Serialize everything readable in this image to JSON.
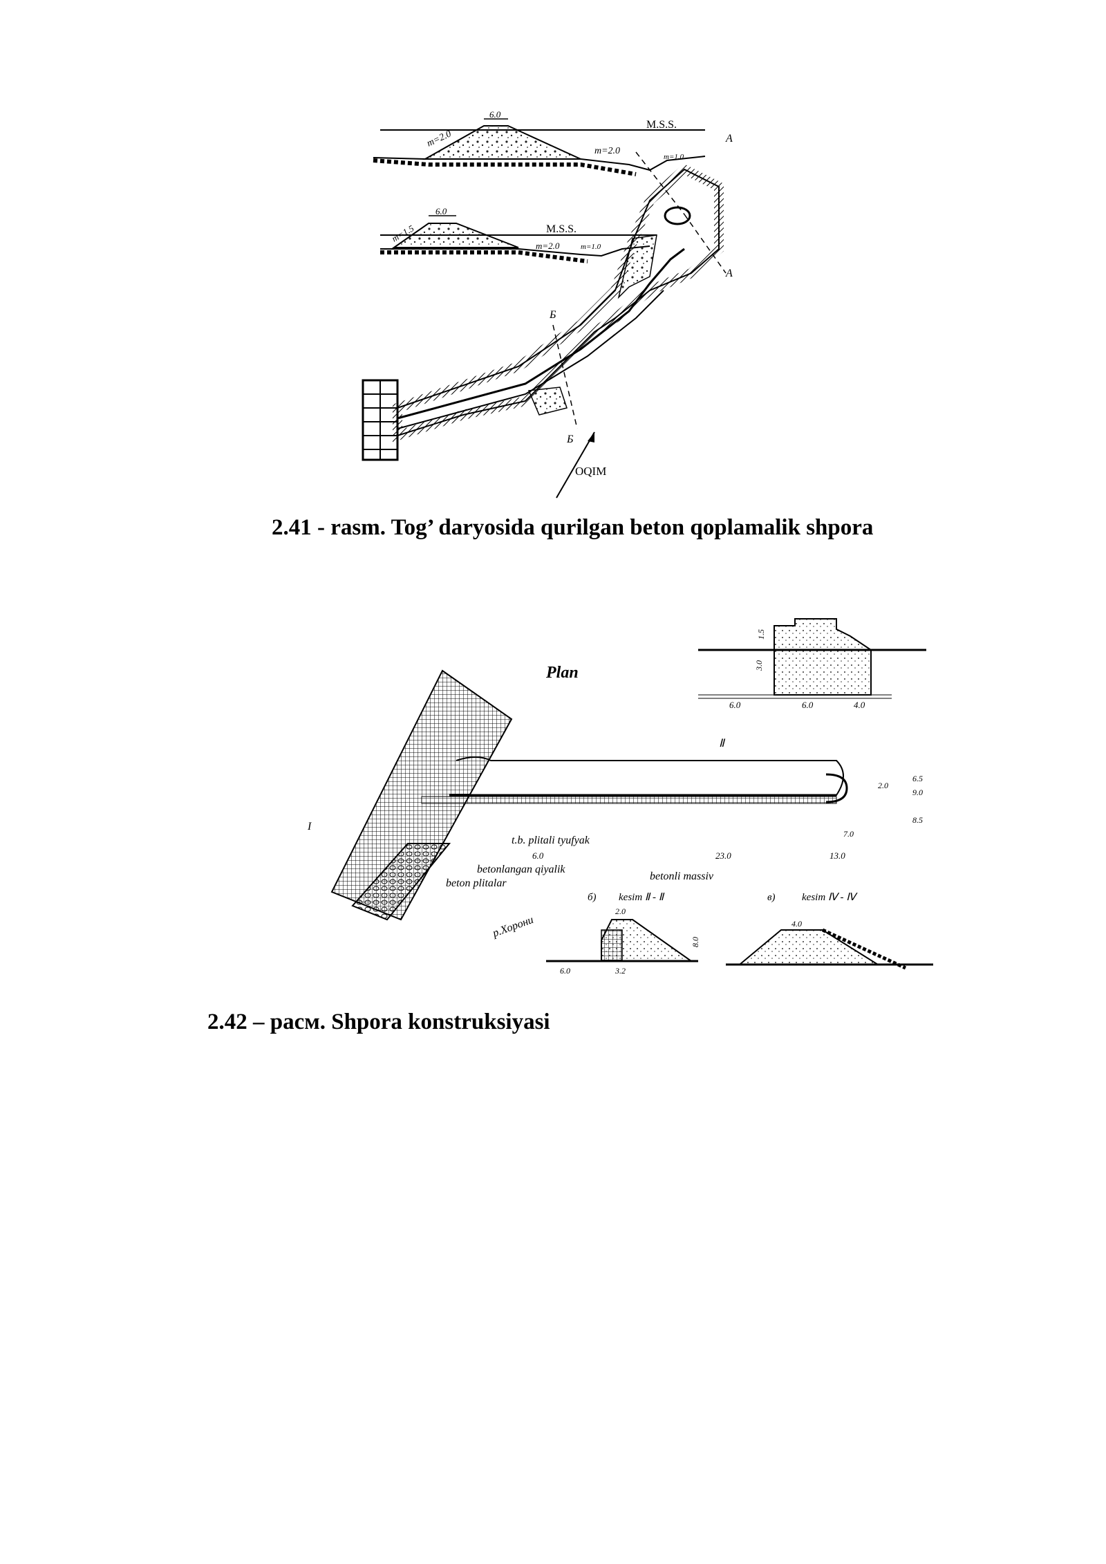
{
  "figure1": {
    "labels": {
      "width_top": "6.0",
      "mss_top": "M.S.S.",
      "slope_left_top": "m=2.0",
      "slope_right_top": "m=2.0",
      "slope_end_top": "m=1.0",
      "width_mid": "6.0",
      "mss_mid": "M.S.S.",
      "slope_left_mid": "m=1.5",
      "slope_right_mid": "m=2.0",
      "slope_end_mid": "m=1.0",
      "section_a1": "A",
      "section_a2": "A",
      "section_b1": "Б",
      "section_b2": "Б",
      "flow": "OQIM"
    },
    "caption": "2.41 - rasm. Tog’ daryosida qurilgan beton qoplamalik shpora"
  },
  "figure2": {
    "labels": {
      "plan": "Plan",
      "dim_60a": "6.0",
      "dim_60b": "6.0",
      "dim_40": "4.0",
      "dim_30": "3.0",
      "dim_15": "1.5",
      "tb_plitali": "t.b. plitali tyufyak",
      "betonlangan": "betonlangan qiyalik",
      "beton_plitalar": "beton plitalar",
      "betonli_massiv": "betonli massiv",
      "dim_60_long": "6.0",
      "dim_230": "23.0",
      "dim_130": "13.0",
      "dim_65": "6.5",
      "dim_90": "9.0",
      "dim_20": "2.0",
      "dim_85": "8.5",
      "dim_70": "7.0",
      "kesim_b": "kesim Ⅱ - Ⅱ",
      "kesim_v": "kesim Ⅳ - Ⅳ",
      "sub_b": "б)",
      "sub_v": "в)",
      "river": "р.Хорони",
      "sec_i": "I",
      "sec_ii": "Ⅱ",
      "dim_20b": "2.0",
      "dim_80": "8.0",
      "dim_40b": "4.0",
      "dim_60c": "6.0",
      "dim_32": "3.2"
    },
    "caption": "2.42 – расм. Shpora konstruksiyasi"
  }
}
